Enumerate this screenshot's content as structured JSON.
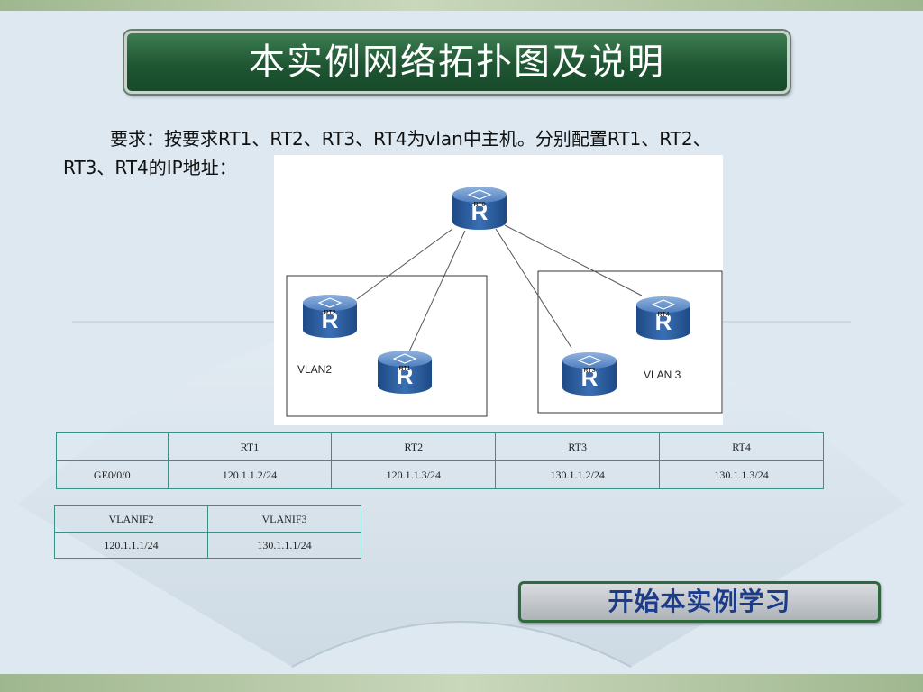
{
  "slide": {
    "title": "本实例网络拓扑图及说明",
    "requirement_line1": "要求：按要求RT1、RT2、RT3、RT4为vlan中主机。分别配置RT1、RT2、",
    "requirement_line2": "RT3、RT4的IP地址：",
    "start_button": "开始本实例学习"
  },
  "topology": {
    "routers": [
      {
        "id": "core",
        "label": "RT0"
      },
      {
        "id": "rt2",
        "label": "RT2"
      },
      {
        "id": "rt1",
        "label": "RT1"
      },
      {
        "id": "rt3",
        "label": "RT3"
      },
      {
        "id": "rt4",
        "label": "RT4"
      }
    ],
    "vlan_left": "VLAN2",
    "vlan_right": "VLAN 3"
  },
  "table1": {
    "headers": [
      "",
      "RT1",
      "RT2",
      "RT3",
      "RT4"
    ],
    "row": [
      "GE0/0/0",
      "120.1.1.2/24",
      "120.1.1.3/24",
      "130.1.1.2/24",
      "130.1.1.3/24"
    ]
  },
  "table2": {
    "headers": [
      "VLANIF2",
      "VLANIF3"
    ],
    "row": [
      "120.1.1.1/24",
      "130.1.1.1/24"
    ]
  },
  "colors": {
    "title_bg": "#1f5633",
    "router_blue": "#2f5f9c",
    "table_border": "#3a8f86",
    "button_text": "#1c3c8a"
  }
}
